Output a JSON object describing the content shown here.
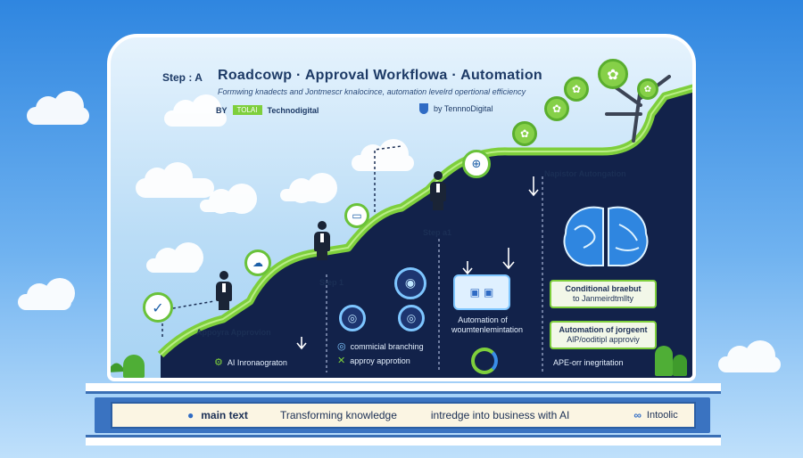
{
  "header": {
    "step_label": "Step : A",
    "title": "Roadcowp · Approval Workflowa · Automation",
    "subtitle": "Formwing knadects and Jontmescr knalocince, automation levelrd opertional efficiency",
    "by_label_left": "BY",
    "brand_badge": "TOLAI",
    "brand_left": "Technodigital",
    "by_label_right": "by TennnoDigital"
  },
  "diagram": {
    "steps": [
      {
        "name": "appoval-approval",
        "label": "Appoyra Approvion"
      },
      {
        "name": "step-1",
        "label": "Step 1"
      },
      {
        "name": "step-2",
        "label": "Step a1"
      },
      {
        "name": "integration",
        "label": "Napistor Autongation"
      }
    ],
    "bottom_labels": {
      "ai_integration": "AI Inronaograton",
      "conditional_branching": "commicial branching",
      "approval_approvals": "approy approtion",
      "automation_of": "Automation of",
      "automation_sub": "woumtenlemintation",
      "ape_integration": "APE-orr inegritation"
    },
    "tags": {
      "conditional": "Conditional braebut",
      "conditional_sub": "to Janmeirdtmllty",
      "automation_judgment": "Automation of jorgeent",
      "automation_judgment_sub": "AlP/ooditipl approviy"
    }
  },
  "footer": {
    "main_text": "main  text",
    "transforming": "Transforming knowledge",
    "integration": "intredge into business with AI",
    "brand": "Intoolic"
  },
  "colors": {
    "accent_green": "#7ecf3c",
    "navy": "#12224a",
    "sky": "#6fb2f0"
  }
}
